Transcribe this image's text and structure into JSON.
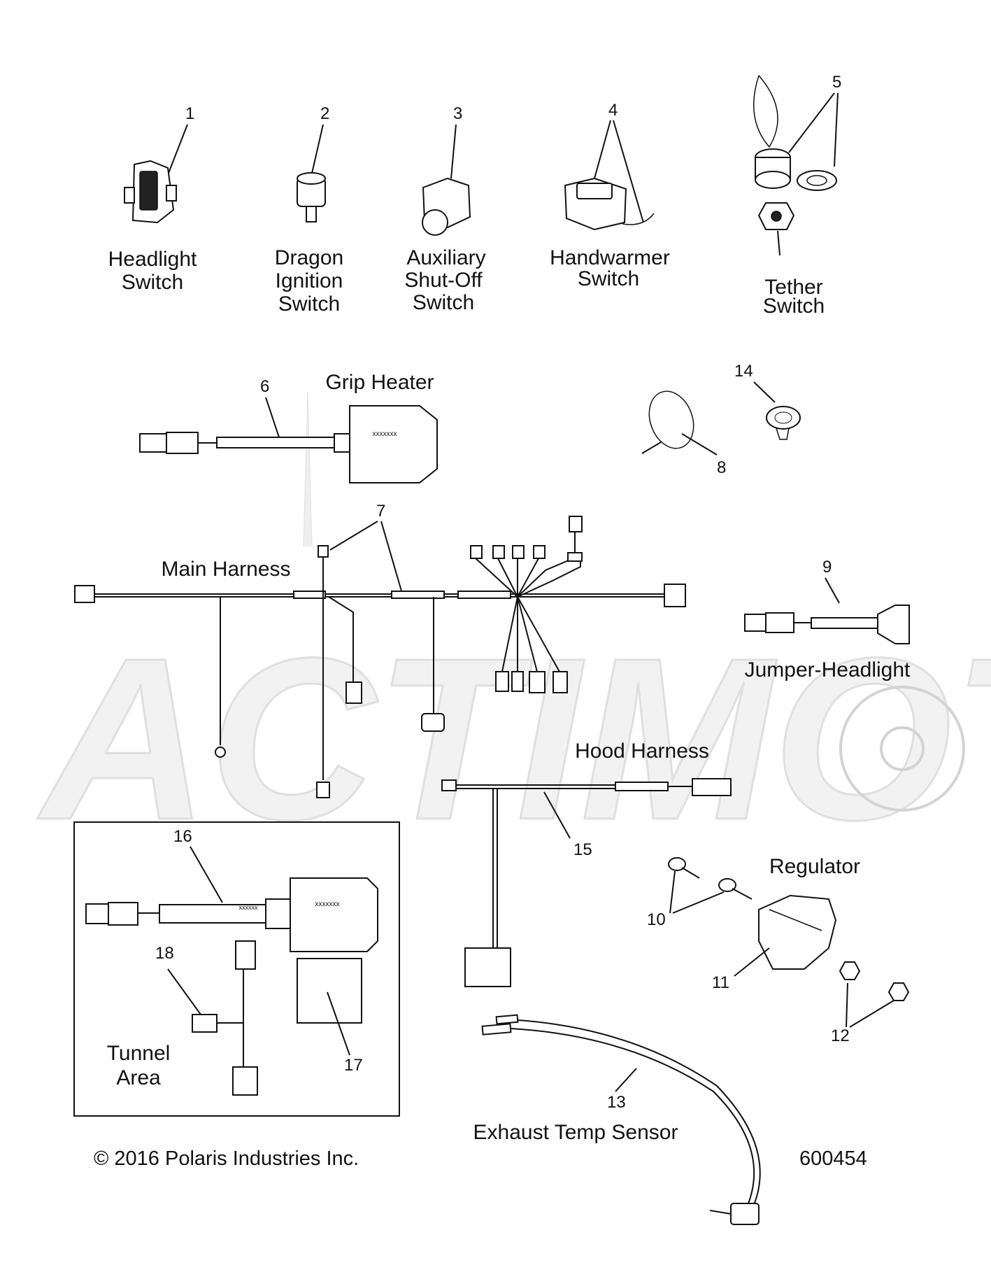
{
  "diagram": {
    "callouts": [
      "1",
      "2",
      "3",
      "4",
      "5",
      "6",
      "7",
      "8",
      "9",
      "10",
      "11",
      "12",
      "13",
      "14",
      "15",
      "16",
      "17",
      "18"
    ],
    "labels": {
      "headlight_switch": [
        "Headlight",
        "Switch"
      ],
      "dragon_ignition_switch": [
        "Dragon",
        "Ignition",
        "Switch"
      ],
      "auxiliary_shutoff_switch": [
        "Auxiliary",
        "Shut-Off",
        "Switch"
      ],
      "handwarmer_switch": [
        "Handwarmer",
        "Switch"
      ],
      "tether_switch": [
        "Tether",
        "Switch"
      ],
      "grip_heater": "Grip Heater",
      "main_harness": "Main Harness",
      "jumper_headlight": "Jumper-Headlight",
      "hood_harness": "Hood Harness",
      "regulator": "Regulator",
      "tunnel_area": [
        "Tunnel",
        "Area"
      ],
      "exhaust_temp_sensor": "Exhaust Temp Sensor"
    },
    "part_text": {
      "grip_heater_marking": "xxxxxxx",
      "tunnel_heater_marking": "xxxxxxx",
      "tunnel_wire_marking": "xxxxxx"
    },
    "footer": {
      "copyright": "© 2016 Polaris Industries Inc.",
      "figure_number": "600454"
    },
    "watermark": "ACTIMOTO"
  }
}
